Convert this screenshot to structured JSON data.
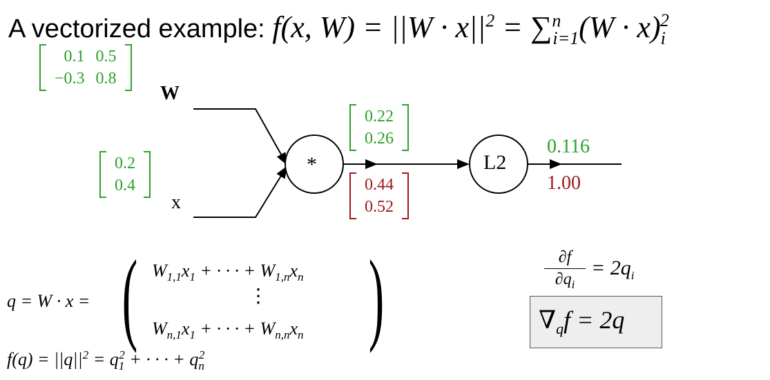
{
  "title": {
    "prefix": "A vectorized example: ",
    "formula_lhs": "f(x, W) = ||W · x||",
    "formula_sq": "2",
    "formula_mid": " = ∑",
    "sum_lower": "i=1",
    "sum_upper": "n",
    "formula_rhs": "(W · x)",
    "rhs_sub": "i",
    "rhs_sup": "2"
  },
  "matrices": {
    "W": [
      [
        "0.1",
        "0.5"
      ],
      [
        "−0.3",
        "0.8"
      ]
    ],
    "x": [
      "0.2",
      "0.4"
    ],
    "q_forward": [
      "0.22",
      "0.26"
    ],
    "q_grad": [
      "0.44",
      "0.52"
    ]
  },
  "nodes": {
    "mul_label": "*",
    "l2_label": "L2",
    "W_label": "W",
    "x_label": "x"
  },
  "outputs": {
    "forward": "0.116",
    "gradient": "1.00"
  },
  "equations": {
    "q_def": "q = W · x =",
    "row1": "W",
    "row1_sub1": "1,1",
    "row1_mid": "x",
    "row1_sub2": "1",
    "row1_dots": " + · · · + W",
    "row1_sub3": "1,n",
    "row1_end": "x",
    "row1_sub4": "n",
    "vdots": "⋮",
    "row2": "W",
    "row2_sub1": "n,1",
    "row2_mid": "x",
    "row2_sub2": "1",
    "row2_dots": " + · · · + W",
    "row2_sub3": "n,n",
    "row2_end": "x",
    "row2_sub4": "n",
    "fq": "f(q) = ||q||",
    "fq_sq": "2",
    "fq_mid": " = q",
    "fq_q1sub": "1",
    "fq_q1sup": "2",
    "fq_dots": " + · · · + q",
    "fq_qnsub": "n",
    "fq_qnsup": "2",
    "partial_num": "∂f",
    "partial_den": "∂q",
    "partial_den_sub": "i",
    "partial_rhs": "= 2q",
    "partial_rhs_sub": "i",
    "grad": "∇",
    "grad_sub": "q",
    "grad_rhs": "f = 2q"
  },
  "colors": {
    "forward": "#2ca02c",
    "backward": "#a01818",
    "line": "#000000"
  }
}
